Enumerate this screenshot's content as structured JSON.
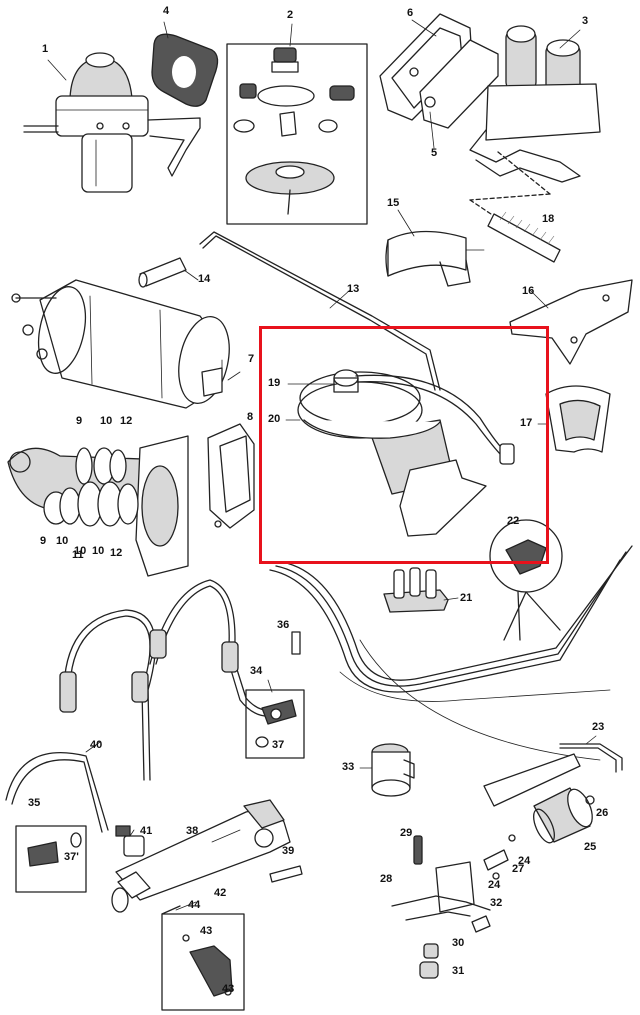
{
  "diagram": {
    "highlight_color": "#e8121c",
    "parts": [
      {
        "key": "p1",
        "label": "1",
        "name": "mechanical-fuel-pump-icon"
      },
      {
        "key": "p2",
        "label": "2",
        "name": "fuel-pump-service-kit-icon"
      },
      {
        "key": "p3",
        "label": "3",
        "name": "fuel-pump-assembly-icon"
      },
      {
        "key": "p4",
        "label": "4",
        "name": "spacer-block-icon"
      },
      {
        "key": "p5",
        "label": "5",
        "name": "gasket-icon"
      },
      {
        "key": "p6",
        "label": "6",
        "name": "gasket-icon"
      },
      {
        "key": "p7",
        "label": "7",
        "name": "electric-fuel-pump-icon"
      },
      {
        "key": "p8",
        "label": "8",
        "name": "contact-set-icon"
      },
      {
        "key": "p9a",
        "label": "9",
        "name": "valve-icon"
      },
      {
        "key": "p9b",
        "label": "9",
        "name": "valve-icon"
      },
      {
        "key": "p10a",
        "label": "10",
        "name": "washer-icon"
      },
      {
        "key": "p10b",
        "label": "10",
        "name": "washer-icon"
      },
      {
        "key": "p10c",
        "label": "10",
        "name": "washer-icon"
      },
      {
        "key": "p10d",
        "label": "10",
        "name": "washer-icon"
      },
      {
        "key": "p11",
        "label": "11",
        "name": "filter-icon"
      },
      {
        "key": "p12a",
        "label": "12",
        "name": "seal-icon"
      },
      {
        "key": "p12b",
        "label": "12",
        "name": "seal-icon"
      },
      {
        "key": "p13",
        "label": "13",
        "name": "fuel-pipe-icon"
      },
      {
        "key": "p14",
        "label": "14",
        "name": "hose-icon"
      },
      {
        "key": "p15",
        "label": "15",
        "name": "mounting-clamp-icon"
      },
      {
        "key": "p16",
        "label": "16",
        "name": "bracket-icon"
      },
      {
        "key": "p17",
        "label": "17",
        "name": "rubber-insulator-icon"
      },
      {
        "key": "p18",
        "label": "18",
        "name": "stud-icon"
      },
      {
        "key": "p19",
        "label": "19",
        "name": "in-tank-pump-sender-icon"
      },
      {
        "key": "p20",
        "label": "20",
        "name": "tank-seal-icon"
      },
      {
        "key": "p21",
        "label": "21",
        "name": "grommet-icon"
      },
      {
        "key": "p22",
        "label": "22",
        "name": "pipe-clip-icon"
      },
      {
        "key": "p23",
        "label": "23",
        "name": "fuel-pipe-icon"
      },
      {
        "key": "p24a",
        "label": "24",
        "name": "banjo-washer-icon"
      },
      {
        "key": "p24b",
        "label": "24",
        "name": "banjo-washer-icon"
      },
      {
        "key": "p25",
        "label": "25",
        "name": "fuel-filter-icon"
      },
      {
        "key": "p26",
        "label": "26",
        "name": "o-ring-icon"
      },
      {
        "key": "p27",
        "label": "27",
        "name": "banjo-bolt-icon"
      },
      {
        "key": "p28",
        "label": "28",
        "name": "filter-bracket-icon"
      },
      {
        "key": "p29",
        "label": "29",
        "name": "bolt-icon"
      },
      {
        "key": "p30",
        "label": "30",
        "name": "rubber-mount-icon"
      },
      {
        "key": "p31",
        "label": "31",
        "name": "rubber-mount-icon"
      },
      {
        "key": "p32",
        "label": "32",
        "name": "screw-icon"
      },
      {
        "key": "p33",
        "label": "33",
        "name": "inertia-switch-icon"
      },
      {
        "key": "p34",
        "label": "34",
        "name": "pressure-regulator-kit-icon"
      },
      {
        "key": "p35",
        "label": "35",
        "name": "pipe-connector-kit-icon"
      },
      {
        "key": "p36",
        "label": "36",
        "name": "bolt-icon"
      },
      {
        "key": "p37a",
        "label": "37",
        "name": "o-ring-icon"
      },
      {
        "key": "p37b",
        "label": "37'",
        "name": "o-ring-icon"
      },
      {
        "key": "p38",
        "label": "38",
        "name": "fuel-rail-icon"
      },
      {
        "key": "p39",
        "label": "39",
        "name": "bolt-icon"
      },
      {
        "key": "p40",
        "label": "40",
        "name": "return-hose-icon"
      },
      {
        "key": "p41",
        "label": "41",
        "name": "clip-icon"
      },
      {
        "key": "p42",
        "label": "42",
        "name": "injector-kit-icon"
      },
      {
        "key": "p43a",
        "label": "43",
        "name": "o-ring-icon"
      },
      {
        "key": "p43b",
        "label": "43",
        "name": "o-ring-icon"
      },
      {
        "key": "p44",
        "label": "44",
        "name": "spacer-icon"
      }
    ]
  }
}
